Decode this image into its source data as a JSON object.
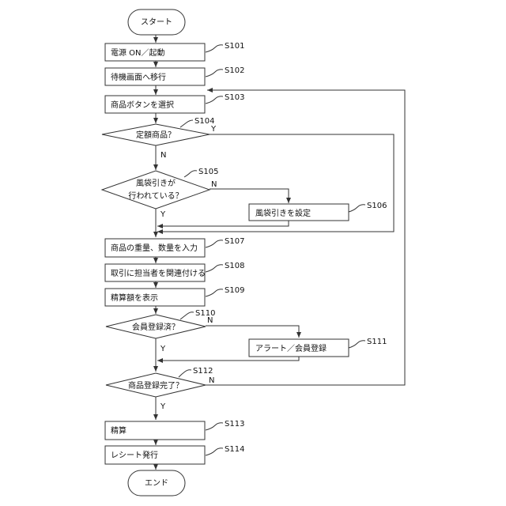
{
  "terminals": {
    "start": "スタート",
    "end": "エンド"
  },
  "steps": {
    "s101": {
      "id": "S101",
      "text": "電源 ON／起動"
    },
    "s102": {
      "id": "S102",
      "text": "待機画面へ移行"
    },
    "s103": {
      "id": "S103",
      "text": "商品ボタンを選択"
    },
    "s104": {
      "id": "S104",
      "text": "定額商品？"
    },
    "s105": {
      "id": "S105",
      "text_line1": "風袋引きが",
      "text_line2": "行われている？"
    },
    "s106": {
      "id": "S106",
      "text": "風袋引きを設定"
    },
    "s107": {
      "id": "S107",
      "text": "商品の重量、数量を入力"
    },
    "s108": {
      "id": "S108",
      "text": "取引に担当者を関連付ける"
    },
    "s109": {
      "id": "S109",
      "text": "精算額を表示"
    },
    "s110": {
      "id": "S110",
      "text": "会員登録済？"
    },
    "s111": {
      "id": "S111",
      "text": "アラート／会員登録"
    },
    "s112": {
      "id": "S112",
      "text": "商品登録完了？"
    },
    "s113": {
      "id": "S113",
      "text": "精算"
    },
    "s114": {
      "id": "S114",
      "text": "レシート発行"
    }
  },
  "branches": {
    "yes": "Y",
    "no": "N"
  }
}
